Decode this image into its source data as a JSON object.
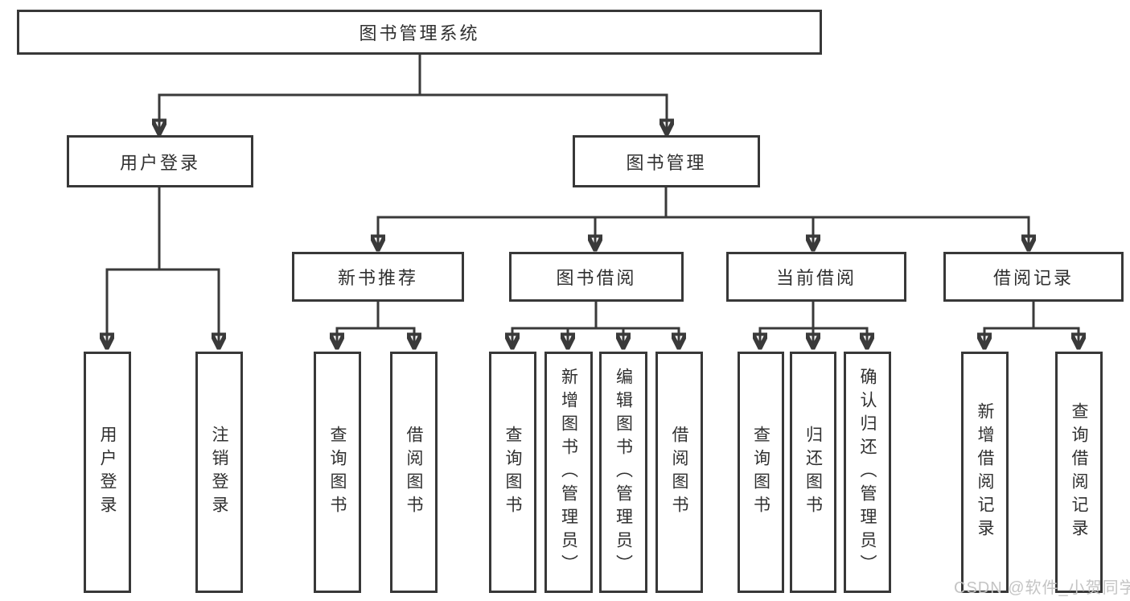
{
  "diagram": {
    "type": "tree",
    "orientation": "top-down",
    "nodes": {
      "root": {
        "label": "图书管理系统"
      },
      "level1": [
        {
          "label": "用户登录",
          "children_of": "root"
        },
        {
          "label": "图书管理",
          "children_of": "root"
        }
      ],
      "level2": [
        {
          "label": "新书推荐",
          "children_of": "图书管理"
        },
        {
          "label": "图书借阅",
          "children_of": "图书管理"
        },
        {
          "label": "当前借阅",
          "children_of": "图书管理"
        },
        {
          "label": "借阅记录",
          "children_of": "图书管理"
        }
      ],
      "leaves": [
        {
          "label": "用户登录",
          "children_of": "用户登录"
        },
        {
          "label": "注销登录",
          "children_of": "用户登录"
        },
        {
          "label": "查询图书",
          "children_of": "新书推荐"
        },
        {
          "label": "借阅图书",
          "children_of": "新书推荐"
        },
        {
          "label": "查询图书",
          "children_of": "图书借阅"
        },
        {
          "label": "新增图书（管理员）",
          "children_of": "图书借阅"
        },
        {
          "label": "编辑图书（管理员）",
          "children_of": "图书借阅"
        },
        {
          "label": "借阅图书",
          "children_of": "图书借阅"
        },
        {
          "label": "查询图书",
          "children_of": "当前借阅"
        },
        {
          "label": "归还图书",
          "children_of": "当前借阅"
        },
        {
          "label": "确认归还（管理员）",
          "children_of": "当前借阅"
        },
        {
          "label": "新增借阅记录",
          "children_of": "借阅记录"
        },
        {
          "label": "查询借阅记录",
          "children_of": "借阅记录"
        }
      ]
    }
  },
  "watermark": {
    "text": "CSDN @软件_小贺同学",
    "color": "#c4c4c4"
  },
  "colors": {
    "background": "#ffffff",
    "line": "#3a3a3a",
    "box_border": "#383838",
    "text": "#303030"
  }
}
